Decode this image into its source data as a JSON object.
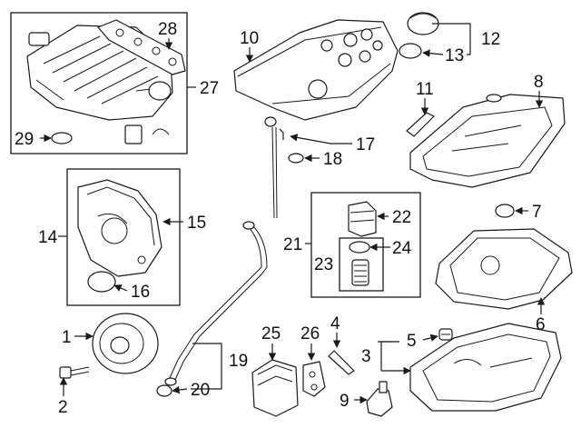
{
  "callouts": {
    "c1": "1",
    "c2": "2",
    "c3": "3",
    "c4": "4",
    "c5": "5",
    "c6": "6",
    "c7": "7",
    "c8": "8",
    "c9": "9",
    "c10": "10",
    "c11": "11",
    "c12": "12",
    "c13": "13",
    "c14": "14",
    "c15": "15",
    "c16": "16",
    "c17": "17",
    "c18": "18",
    "c19": "19",
    "c20": "20",
    "c21": "21",
    "c22": "22",
    "c23": "23",
    "c24": "24",
    "c25": "25",
    "c26": "26",
    "c27": "27",
    "c28": "28",
    "c29": "29"
  },
  "colors": {
    "line": "#1a1a1a",
    "background": "#ffffff"
  }
}
